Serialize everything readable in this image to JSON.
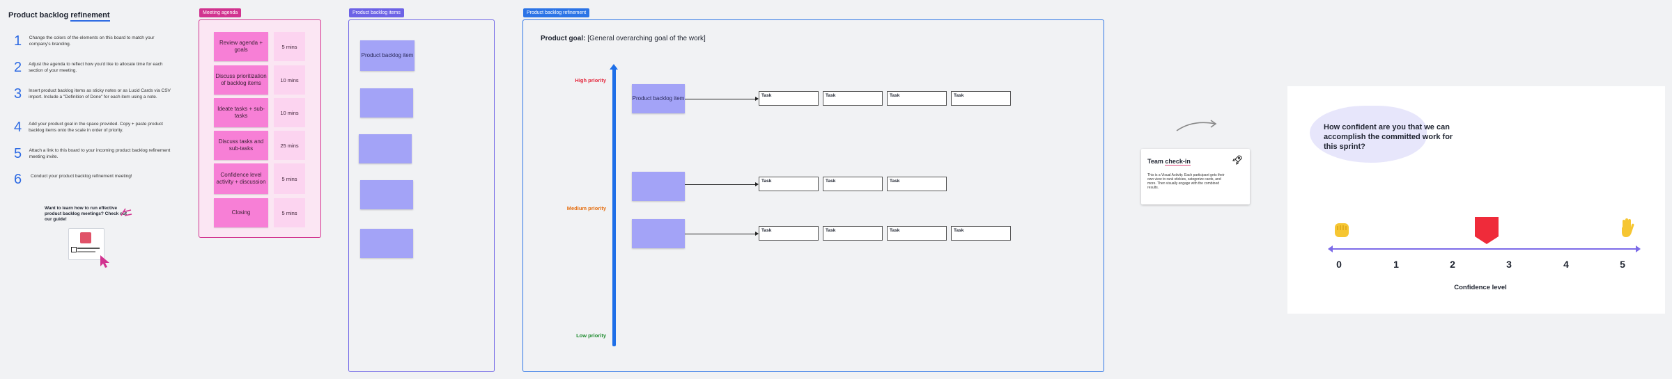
{
  "header": {
    "title_prefix": "Product backlog ",
    "title_underlined": "refinement"
  },
  "steps": [
    {
      "num": "1",
      "text": "Change the colors of the elements on this board to match your company's branding."
    },
    {
      "num": "2",
      "text": "Adjust the agenda to reflect how you'd like to allocate time for each section of your meeting."
    },
    {
      "num": "3",
      "text": "Insert product backlog items as sticky notes or as Lucid Cards via CSV import. Include a \"Definition of Done\" for each item using a note."
    },
    {
      "num": "4",
      "text": "Add your product goal in the space provided. Copy + paste product backlog items onto the scale in order of priority."
    },
    {
      "num": "5",
      "text": "Attach a link to this board to your incoming product backlog refinement meeting invite."
    },
    {
      "num": "6",
      "text": "Conduct your product backlog refinement meeting!"
    }
  ],
  "learn_more": "Want to learn how to run effective product backlog meetings? Check out our guide!",
  "agenda": {
    "tag": "Meeting agenda",
    "items": [
      {
        "label": "Review agenda + goals",
        "time": "5 mins"
      },
      {
        "label": "Discuss prioritization of backlog items",
        "time": "10 mins"
      },
      {
        "label": "Ideate tasks + sub-tasks",
        "time": "10 mins"
      },
      {
        "label": "Discuss tasks and sub-tasks",
        "time": "25 mins"
      },
      {
        "label": "Confidence level activity + discussion",
        "time": "5 mins"
      },
      {
        "label": "Closing",
        "time": "5 mins"
      }
    ]
  },
  "backlog": {
    "tag": "Product backlog items",
    "first_item": "Product backlog item"
  },
  "refinement": {
    "tag": "Product backlog refinement",
    "goal_label": "Product goal:",
    "goal_text": "[General overarching goal of the work]",
    "high": "High priority",
    "medium": "Medium priority",
    "low": "Low priority",
    "row_item": "Product backlog item",
    "task": "Task"
  },
  "checkin": {
    "title_prefix": "Team ",
    "title_underlined": "check-in",
    "description": "This is a Visual Activity. Each participant gets their own view to rank stickies, categorize cards, and more. Then visually engage with the combined results."
  },
  "confidence": {
    "question": "How confident are you that we can accomplish the committed work for this sprint?",
    "scale": [
      "0",
      "1",
      "2",
      "3",
      "4",
      "5"
    ],
    "label": "Confidence level",
    "selected_value": 2.6
  },
  "colors": {
    "agenda_accent": "#d1338f",
    "items_accent": "#6d63e6",
    "refine_accent": "#2c74e6",
    "high": "#e4263b",
    "medium": "#e56e10",
    "low": "#1e8b2e"
  },
  "icons": {
    "rocket": "rocket-icon",
    "fist": "fist-icon",
    "hand": "raised-hand-icon",
    "arrow": "curved-arrow-icon"
  }
}
